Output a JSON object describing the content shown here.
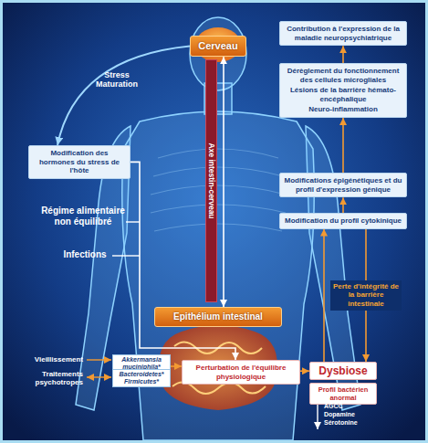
{
  "diagram": {
    "nodes": [
      {
        "text": [
          "Cerveau"
        ]
      },
      {
        "text": [
          "Contribution à l'expression de la maladie neuropsychiatrique"
        ]
      },
      {
        "text": [
          "Dérèglement du fonctionnement des cellules microgliales",
          "Lésions de la barrière hémato-encéphalique",
          "Neuro-inflammation"
        ]
      },
      {
        "text": [
          "Modification des hormones du stress de l'hôte"
        ]
      },
      {
        "text": [
          "Axe intestin-cerveau"
        ]
      },
      {
        "text": [
          "Modifications épigénétiques et du profil d'expression génique"
        ]
      },
      {
        "text": [
          "Modification du profil cytokinique"
        ]
      },
      {
        "text": [
          "Epithélium intestinal"
        ]
      },
      {
        "text": [
          "Akkermansia muciniphila*"
        ]
      },
      {
        "text": [
          "Bacteroidetes* Firmicutes*"
        ]
      },
      {
        "text": [
          "Perturbation de l'équilibre physiologique"
        ]
      },
      {
        "text": [
          "Dysbiose"
        ]
      },
      {
        "text": [
          "Profil bactérien anormal"
        ]
      }
    ],
    "edges": [
      {
        "from": 0,
        "to": 7,
        "arrow": "both"
      },
      {
        "from": 0,
        "to": 3,
        "arrow": "to"
      },
      {
        "from": 3,
        "to": 10,
        "arrow": "to"
      },
      {
        "from": 8,
        "to": 10,
        "arrow": "to"
      },
      {
        "from": 10,
        "to": 11,
        "arrow": "to"
      },
      {
        "from": 11,
        "to": 6,
        "arrow": "to"
      },
      {
        "from": 6,
        "to": 11,
        "arrow": "to",
        "label": "Perte d'intégrité de la barrière intestinale"
      },
      {
        "from": 6,
        "to": 5,
        "arrow": "to"
      },
      {
        "from": 5,
        "to": 2,
        "arrow": "to"
      },
      {
        "from": 2,
        "to": 1,
        "arrow": "to"
      }
    ],
    "labels": [
      "Stress Maturation",
      "Régime alimentaire non équilibré",
      "Infections",
      "Vieillissement",
      "Traitements psychotropes",
      "AGCC",
      "Dopamine",
      "Sérotonine"
    ]
  }
}
